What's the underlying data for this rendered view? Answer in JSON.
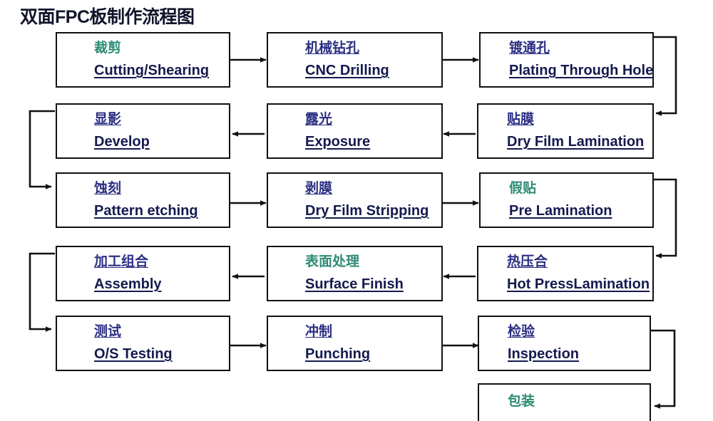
{
  "title": "双面FPC板制作流程图",
  "colors": {
    "box_border": "#111111",
    "chinese_blue": "#2b2f83",
    "chinese_green": "#2e8b74",
    "english_navy": "#141a4e",
    "connector": "#111111",
    "background": "#ffffff"
  },
  "nodes": [
    {
      "id": "cutting",
      "cn": "裁剪",
      "cn_color": "green",
      "en": "Cutting/Shearing",
      "row": 1,
      "col": 1
    },
    {
      "id": "cnc-drilling",
      "cn": "机械钻孔",
      "cn_color": "blue",
      "en": "CNC Drilling",
      "row": 1,
      "col": 2
    },
    {
      "id": "plating",
      "cn": "镀通孔",
      "cn_color": "blue",
      "en": "Plating Through Hole",
      "row": 1,
      "col": 3
    },
    {
      "id": "develop",
      "cn": "显影",
      "cn_color": "blue",
      "en": "Develop",
      "row": 2,
      "col": 1
    },
    {
      "id": "exposure",
      "cn": "露光",
      "cn_color": "blue",
      "en": "Exposure",
      "row": 2,
      "col": 2
    },
    {
      "id": "dry-film-lam",
      "cn": "贴膜",
      "cn_color": "blue",
      "en": "Dry Film Lamination",
      "row": 2,
      "col": 3
    },
    {
      "id": "pattern-etch",
      "cn": "蚀刻",
      "cn_color": "blue",
      "en": "Pattern etching",
      "row": 3,
      "col": 1
    },
    {
      "id": "dry-film-strip",
      "cn": "剥膜",
      "cn_color": "blue",
      "en": "Dry Film Stripping",
      "row": 3,
      "col": 2
    },
    {
      "id": "pre-lamination",
      "cn": "假贴",
      "cn_color": "green",
      "en": " Pre Lamination",
      "row": 3,
      "col": 3
    },
    {
      "id": "assembly",
      "cn": "加工组合",
      "cn_color": "blue",
      "en": "Assembly",
      "row": 4,
      "col": 1
    },
    {
      "id": "surface-finish",
      "cn": "表面处理",
      "cn_color": "green",
      "en": "Surface  Finish",
      "row": 4,
      "col": 2
    },
    {
      "id": "hot-press",
      "cn": "热压合",
      "cn_color": "blue",
      "en": "Hot PressLamination",
      "row": 4,
      "col": 3
    },
    {
      "id": "os-testing",
      "cn": "测试",
      "cn_color": "blue",
      "en": "O/S Testing",
      "row": 5,
      "col": 1
    },
    {
      "id": "punching",
      "cn": "冲制",
      "cn_color": "blue",
      "en": "Punching",
      "row": 5,
      "col": 2
    },
    {
      "id": "inspection",
      "cn": "检验",
      "cn_color": "blue",
      "en": "Inspection",
      "row": 5,
      "col": 3
    },
    {
      "id": "packaging",
      "cn": "包装",
      "cn_color": "green",
      "en": "",
      "row": 6,
      "col": 3
    }
  ],
  "flow_order": [
    "裁剪 Cutting/Shearing",
    "机械钻孔 CNC Drilling",
    "镀通孔 Plating Through Hole",
    "贴膜 Dry Film Lamination",
    "露光 Exposure",
    "显影 Develop",
    "蚀刻 Pattern etching",
    "剥膜 Dry Film Stripping",
    "假贴 Pre Lamination",
    "热压合 Hot PressLamination",
    "表面处理 Surface Finish",
    "加工组合 Assembly",
    "测试 O/S Testing",
    "冲制 Punching",
    "检验 Inspection",
    "包装 Packaging"
  ]
}
